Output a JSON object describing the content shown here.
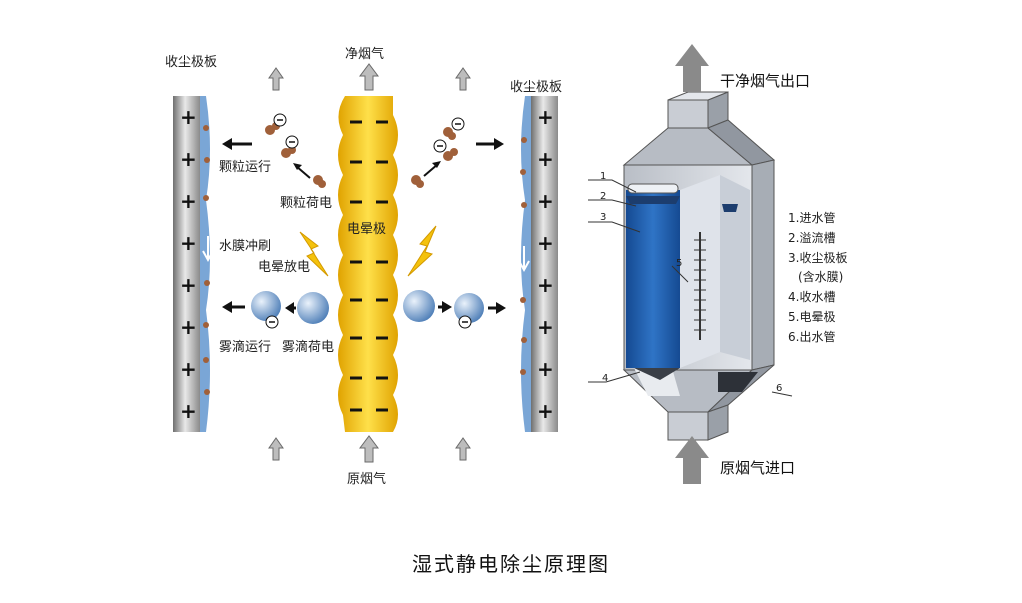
{
  "left_diagram": {
    "collector_plate_left": "收尘极板",
    "collector_plate_right": "收尘极板",
    "clean_gas": "净烟气",
    "raw_gas": "原烟气",
    "corona_electrode": "电晕极",
    "particle_moving": "颗粒运行",
    "particle_charged": "颗粒荷电",
    "water_film": "水膜冲刷",
    "corona_discharge": "电晕放电",
    "droplet_moving": "雾滴运行",
    "droplet_charged": "雾滴荷电",
    "plus_sign": "+",
    "minus_sign": "−"
  },
  "right_diagram": {
    "outlet": "干净烟气出口",
    "inlet": "原烟气进口",
    "legend": [
      "1.进水管",
      "2.溢流槽",
      "3.收尘极板",
      "(含水膜)",
      "4.收水槽",
      "5.电晕极",
      "6.出水管"
    ],
    "callouts": [
      "1",
      "2",
      "3",
      "4",
      "5",
      "6"
    ]
  },
  "caption": "湿式静电除尘原理图",
  "colors": {
    "plate_grey": "#9a9a9a",
    "water_blue": "#7aa6d6",
    "corona_yellow": "#f2c21b",
    "chamber_blue": "#1f5fae",
    "arrow_grey": "#8a8a8a",
    "particle_brown": "#a0603a"
  }
}
